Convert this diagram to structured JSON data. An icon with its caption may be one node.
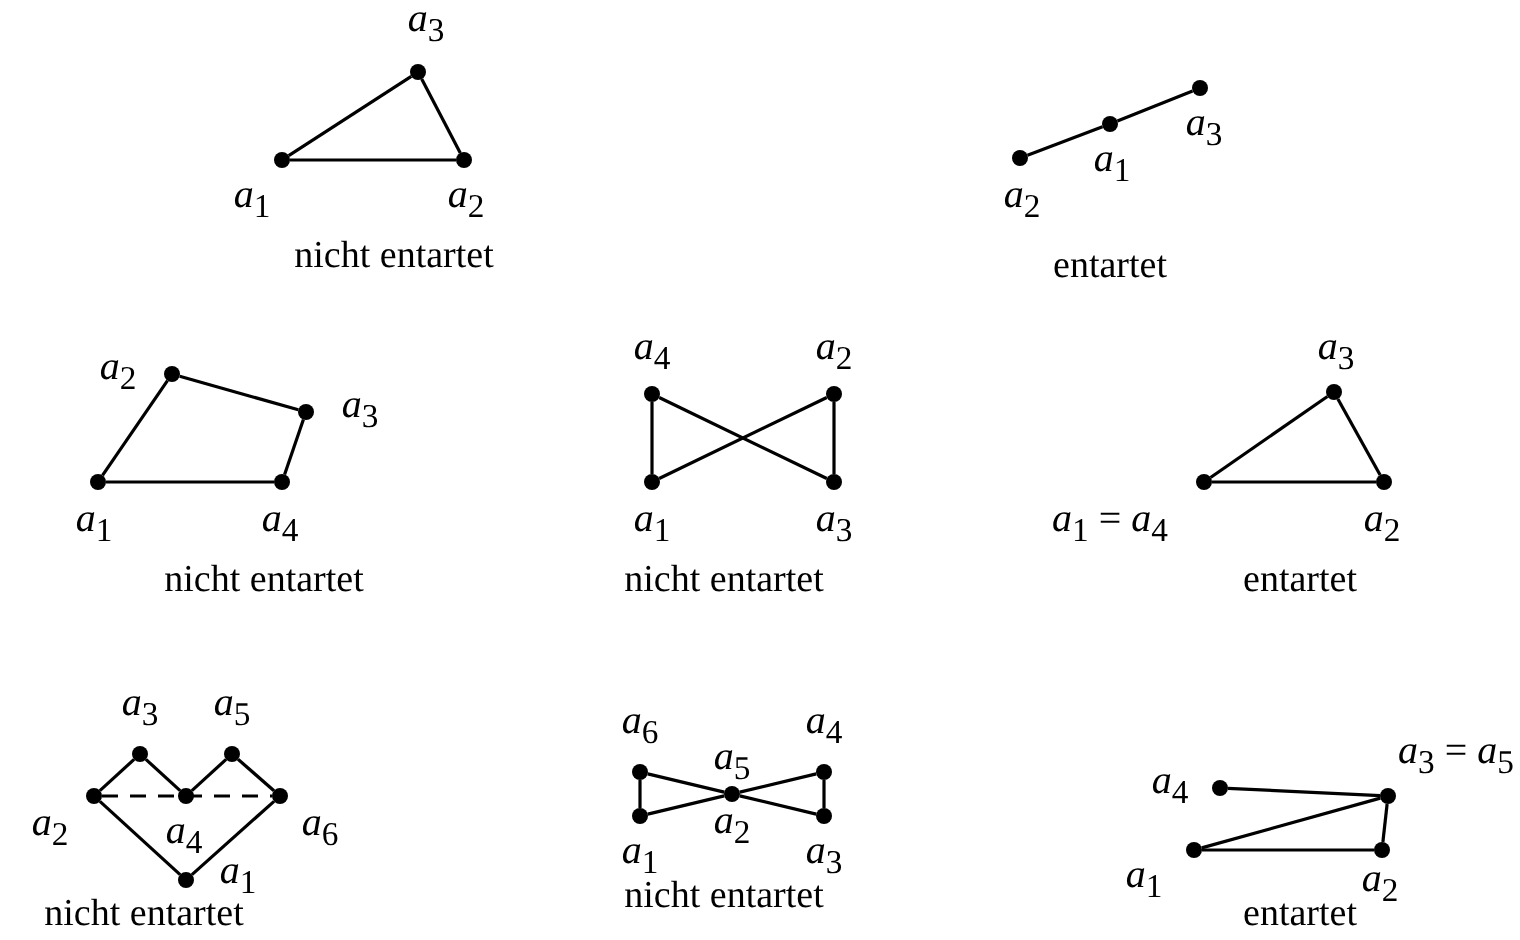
{
  "diagram": {
    "nodes": [
      {
        "text": [],
        "shape": "circle",
        "beside": [
          "*a*$_{1}$"
        ]
      },
      {
        "text": [],
        "shape": "circle",
        "beside": [
          "*a*$_{2}$"
        ]
      },
      {
        "text": [],
        "shape": "circle",
        "beside": [
          "*a*$_{3}$"
        ]
      },
      {
        "text": [],
        "shape": "circle",
        "beside": [
          "*a*$_{2}$"
        ]
      },
      {
        "text": [],
        "shape": "circle",
        "beside": [
          "*a*$_{1}$"
        ]
      },
      {
        "text": [],
        "shape": "circle",
        "beside": [
          "*a*$_{3}$"
        ]
      },
      {
        "text": [],
        "shape": "circle",
        "beside": [
          "*a*$_{1}$"
        ]
      },
      {
        "text": [],
        "shape": "circle",
        "beside": [
          "*a*$_{2}$"
        ]
      },
      {
        "text": [],
        "shape": "circle",
        "beside": [
          "*a*$_{3}$"
        ]
      },
      {
        "text": [],
        "shape": "circle",
        "beside": [
          "*a*$_{4}$"
        ]
      },
      {
        "text": [],
        "shape": "circle",
        "beside": [
          "*a*$_{1}$"
        ]
      },
      {
        "text": [],
        "shape": "circle",
        "beside": [
          "*a*$_{2}$"
        ]
      },
      {
        "text": [],
        "shape": "circle",
        "beside": [
          "*a*$_{3}$"
        ]
      },
      {
        "text": [],
        "shape": "circle",
        "beside": [
          "*a*$_{4}$"
        ]
      },
      {
        "text": [],
        "shape": "circle",
        "beside": [
          "*a*$_{1}$ = *a*$_{4}$"
        ]
      },
      {
        "text": [],
        "shape": "circle",
        "beside": [
          "*a*$_{2}$"
        ]
      },
      {
        "text": [],
        "shape": "circle",
        "beside": [
          "*a*$_{3}$"
        ]
      },
      {
        "text": [],
        "shape": "circle",
        "beside": [
          "*a*$_{1}$"
        ]
      },
      {
        "text": [],
        "shape": "circle",
        "beside": [
          "*a*$_{2}$"
        ]
      },
      {
        "text": [],
        "shape": "circle",
        "beside": [
          "*a*$_{3}$"
        ]
      },
      {
        "text": [],
        "shape": "circle",
        "beside": [
          "*a*$_{4}$"
        ]
      },
      {
        "text": [],
        "shape": "circle",
        "beside": [
          "*a*$_{5}$"
        ]
      },
      {
        "text": [],
        "shape": "circle",
        "beside": [
          "*a*$_{6}$"
        ]
      },
      {
        "text": [],
        "shape": "circle",
        "beside": [
          "*a*$_{1}$"
        ]
      },
      {
        "text": [],
        "shape": "circle",
        "beside": [
          "*a*$_{5}$",
          "*a*$_{2}$"
        ]
      },
      {
        "text": [],
        "shape": "circle",
        "beside": [
          "*a*$_{3}$"
        ]
      },
      {
        "text": [],
        "shape": "circle",
        "beside": [
          "*a*$_{4}$"
        ]
      },
      {
        "text": [],
        "shape": "circle",
        "beside": [
          "*a*$_{6}$"
        ]
      },
      {
        "text": [],
        "shape": "circle",
        "beside": [
          "*a*$_{1}$"
        ]
      },
      {
        "text": [],
        "shape": "circle",
        "beside": [
          "*a*$_{2}$"
        ]
      },
      {
        "text": [],
        "shape": "circle",
        "beside": [
          "*a*$_{3}$ = *a*$_{5}$"
        ]
      },
      {
        "text": [],
        "shape": "circle",
        "beside": [
          "*a*$_{4}$"
        ]
      }
    ],
    "edges": [
      {
        "from": 0,
        "to": 1,
        "arrow": "none"
      },
      {
        "from": 1,
        "to": 2,
        "arrow": "none"
      },
      {
        "from": 2,
        "to": 0,
        "arrow": "none"
      },
      {
        "from": 3,
        "to": 4,
        "arrow": "none"
      },
      {
        "from": 4,
        "to": 5,
        "arrow": "none"
      },
      {
        "from": 6,
        "to": 7,
        "arrow": "none"
      },
      {
        "from": 7,
        "to": 8,
        "arrow": "none"
      },
      {
        "from": 8,
        "to": 9,
        "arrow": "none"
      },
      {
        "from": 9,
        "to": 6,
        "arrow": "none"
      },
      {
        "from": 10,
        "to": 11,
        "arrow": "none"
      },
      {
        "from": 11,
        "to": 12,
        "arrow": "none"
      },
      {
        "from": 12,
        "to": 13,
        "arrow": "none"
      },
      {
        "from": 13,
        "to": 10,
        "arrow": "none"
      },
      {
        "from": 14,
        "to": 15,
        "arrow": "none"
      },
      {
        "from": 15,
        "to": 16,
        "arrow": "none"
      },
      {
        "from": 16,
        "to": 14,
        "arrow": "none"
      },
      {
        "from": 17,
        "to": 18,
        "arrow": "none"
      },
      {
        "from": 18,
        "to": 19,
        "arrow": "none"
      },
      {
        "from": 19,
        "to": 20,
        "arrow": "none"
      },
      {
        "from": 20,
        "to": 21,
        "arrow": "none"
      },
      {
        "from": 21,
        "to": 22,
        "arrow": "none"
      },
      {
        "from": 22,
        "to": 17,
        "arrow": "none"
      },
      {
        "from": 18,
        "to": 22,
        "arrow": "none",
        "style": "dashed"
      },
      {
        "from": 23,
        "to": 24,
        "arrow": "none"
      },
      {
        "from": 24,
        "to": 25,
        "arrow": "none"
      },
      {
        "from": 25,
        "to": 26,
        "arrow": "none"
      },
      {
        "from": 26,
        "to": 24,
        "arrow": "none"
      },
      {
        "from": 24,
        "to": 27,
        "arrow": "none"
      },
      {
        "from": 27,
        "to": 23,
        "arrow": "none"
      },
      {
        "from": 28,
        "to": 29,
        "arrow": "none"
      },
      {
        "from": 29,
        "to": 30,
        "arrow": "none"
      },
      {
        "from": 30,
        "to": 31,
        "arrow": "none"
      },
      {
        "from": 30,
        "to": 28,
        "arrow": "none"
      }
    ],
    "labels": [
      "nicht entartet",
      "entartet",
      "nicht entartet",
      "nicht entartet",
      "entartet",
      "nicht entartet",
      "nicht entartet",
      "entartet"
    ]
  }
}
